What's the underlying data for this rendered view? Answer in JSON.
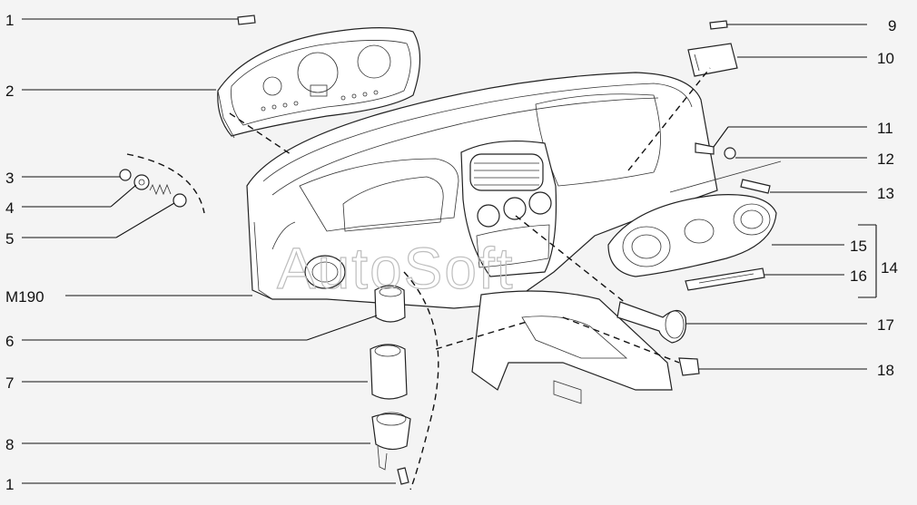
{
  "watermark": "AutoSoft",
  "callouts": [
    {
      "id": "c1a",
      "text": "1"
    },
    {
      "id": "c2",
      "text": "2"
    },
    {
      "id": "c3",
      "text": "3"
    },
    {
      "id": "c4",
      "text": "4"
    },
    {
      "id": "c5",
      "text": "5"
    },
    {
      "id": "cM190",
      "text": "M190"
    },
    {
      "id": "c6",
      "text": "6"
    },
    {
      "id": "c7",
      "text": "7"
    },
    {
      "id": "c8",
      "text": "8"
    },
    {
      "id": "c1b",
      "text": "1"
    },
    {
      "id": "c9",
      "text": "9"
    },
    {
      "id": "c10",
      "text": "10"
    },
    {
      "id": "c11",
      "text": "11"
    },
    {
      "id": "c12",
      "text": "12"
    },
    {
      "id": "c13",
      "text": "13"
    },
    {
      "id": "c15",
      "text": "15"
    },
    {
      "id": "c14",
      "text": "14"
    },
    {
      "id": "c16",
      "text": "16"
    },
    {
      "id": "c17",
      "text": "17"
    },
    {
      "id": "c18",
      "text": "18"
    }
  ]
}
